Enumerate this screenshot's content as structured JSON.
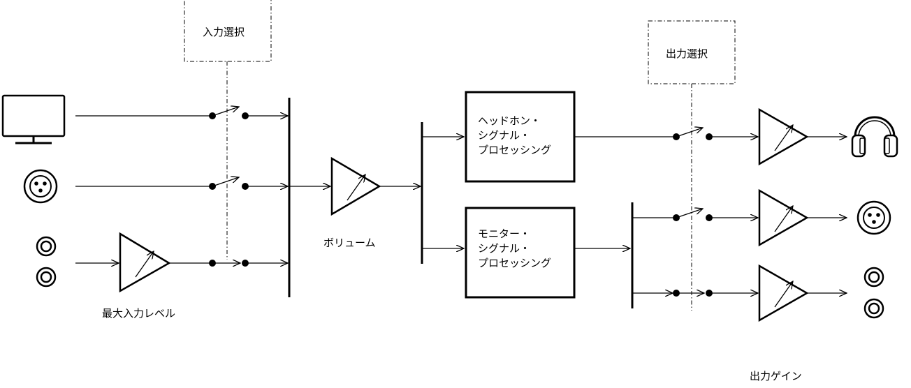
{
  "labels": {
    "input_select": "入力選択",
    "output_select": "出力選択",
    "volume": "ボリューム",
    "max_input_level": "最大入力レベル",
    "output_gain": "出力ゲイン"
  },
  "blocks": {
    "headphone_dsp": [
      "ヘッドホン・",
      "シグナル・",
      "プロセッシング"
    ],
    "monitor_dsp": [
      "モニター・",
      "シグナル・",
      "プロセッシング"
    ]
  },
  "icons": {
    "inputs": [
      "monitor-display-icon",
      "xlr-connector-icon",
      "rca-jack-pair-icon"
    ],
    "outputs": [
      "headphones-icon",
      "xlr-connector-icon",
      "rca-jack-pair-icon"
    ]
  }
}
